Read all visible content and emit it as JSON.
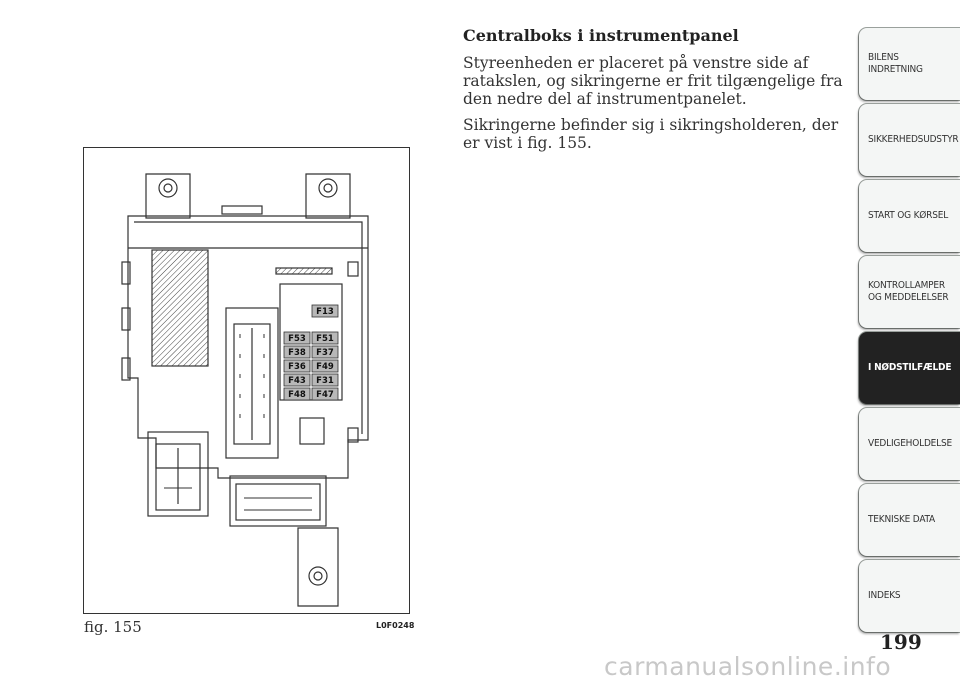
{
  "heading": "Centralboks i instrumentpanel",
  "paragraphs": [
    "Styreenheden er placeret på venstre side af ratakslen, og sikringerne er frit tilgængelige fra den nedre del af instrumentpanelet.",
    "Sikringerne befinder sig i sikringsholderen, der er vist i fig. 155."
  ],
  "figure": {
    "caption": "fig. 155",
    "code": "L0F0248",
    "top_fuse": "F13",
    "fuses_left": [
      "F53",
      "F38",
      "F36",
      "F43",
      "F48"
    ],
    "fuses_right": [
      "F51",
      "F37",
      "F49",
      "F31",
      "F47"
    ]
  },
  "tabs": [
    {
      "line1": "BILENS",
      "line2": "INDRETNING",
      "active": false
    },
    {
      "line1": "SIKKERHEDSUDSTYR",
      "line2": "",
      "active": false
    },
    {
      "line1": "START OG KØRSEL",
      "line2": "",
      "active": false
    },
    {
      "line1": "KONTROLLAMPER",
      "line2": "OG MEDDELELSER",
      "active": false
    },
    {
      "line1": "I NØDSTILFÆLDE",
      "line2": "",
      "active": true
    },
    {
      "line1": "VEDLIGEHOLDELSE",
      "line2": "",
      "active": false
    },
    {
      "line1": "TEKNISKE DATA",
      "line2": "",
      "active": false
    },
    {
      "line1": "INDEKS",
      "line2": "",
      "active": false
    }
  ],
  "page_number": "199",
  "watermark": "carmanualsonline.info"
}
